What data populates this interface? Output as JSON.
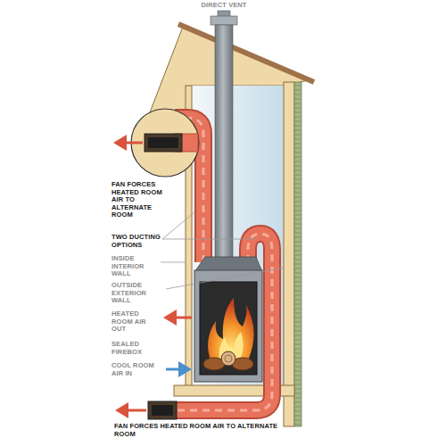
{
  "diagram": {
    "labels": [
      "DIRECT VENT",
      "FAN FORCES HEATED ROOM AIR TO ALTERNATE ROOM",
      "TWO DUCTING OPTIONS",
      "INSIDE INTERIOR WALL",
      "OUTSIDE EXTERIOR WALL",
      "HEATED ROOM AIR OUT",
      "SEALED FIREBOX",
      "COOL ROOM AIR IN",
      "FAN FORCES HEATED ROOM AIR TO ALTERNATE ROOM"
    ]
  }
}
